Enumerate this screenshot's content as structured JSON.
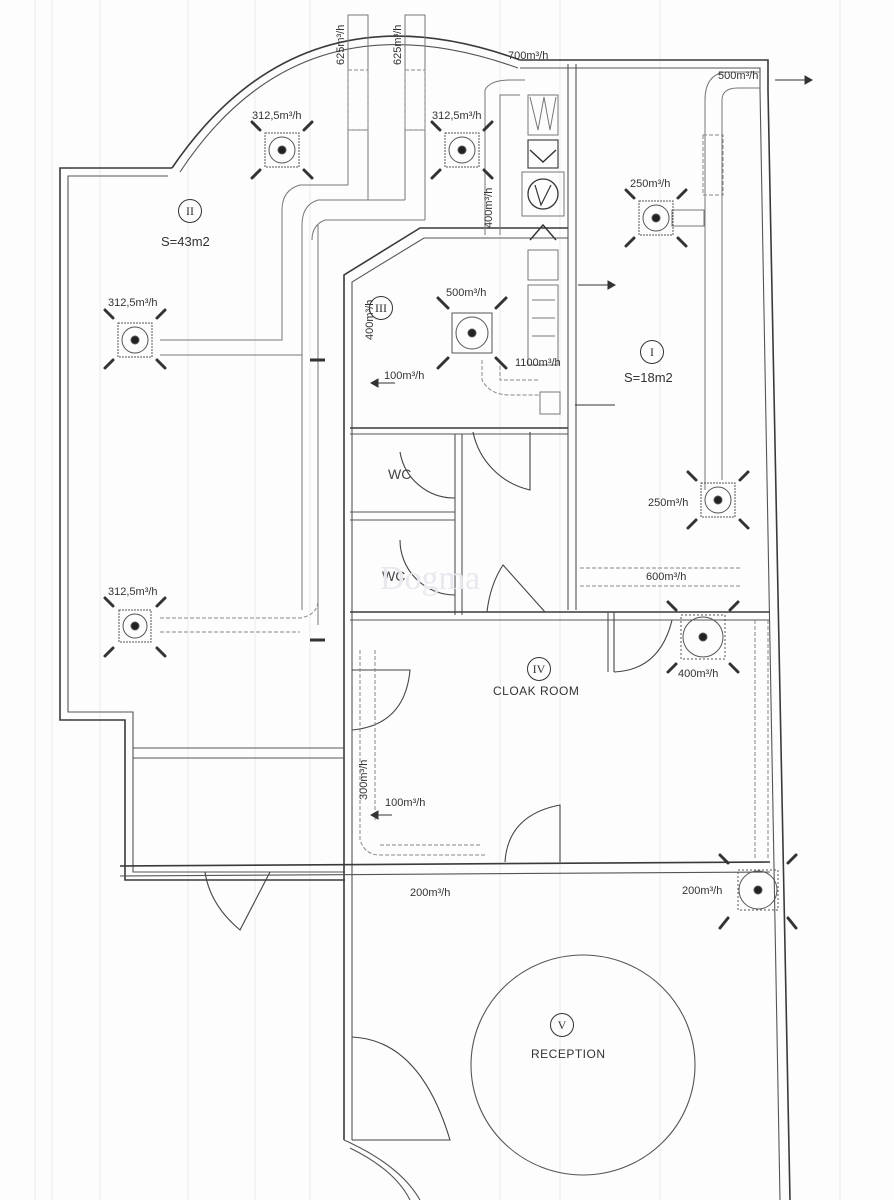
{
  "plan": {
    "type": "HVAC ventilation floor plan",
    "watermark": "Dogma",
    "rooms": [
      {
        "id": "I",
        "number": "I",
        "area": "S=18m2",
        "name": ""
      },
      {
        "id": "II",
        "number": "II",
        "area": "S=43m2",
        "name": ""
      },
      {
        "id": "III",
        "number": "III",
        "area": "",
        "name": ""
      },
      {
        "id": "IV",
        "number": "IV",
        "area": "",
        "name": "CLOAK ROOM"
      },
      {
        "id": "V",
        "number": "V",
        "area": "",
        "name": "RECEPTION"
      }
    ],
    "toilets": [
      "WC",
      "WC"
    ],
    "airflow_labels": {
      "duct_top_left": "625m³/h",
      "duct_top_mid": "625m³/h",
      "ahu_intake": "700m³/h",
      "exhaust_top_right": "500m³/h",
      "diffuser_ii_top_left": "312,5m³/h",
      "diffuser_ii_top_right": "312,5m³/h",
      "diffuser_ii_mid": "312,5m³/h",
      "diffuser_ii_bottom": "312,5m³/h",
      "riser_400_top": "400m³/h",
      "diffuser_i_top": "250m³/h",
      "diffuser_i_bottom": "250m³/h",
      "diffuser_iii": "500m³/h",
      "riser_400_iii": "400m³/h",
      "main_1100": "1100m³/h",
      "exhaust_iii": "100m³/h",
      "duct_600": "600m³/h",
      "diffuser_iv": "400m³/h",
      "riser_300": "300m³/h",
      "exhaust_iv": "100m³/h",
      "duct_200_bottom": "200m³/h",
      "diffuser_v": "200m³/h"
    }
  }
}
